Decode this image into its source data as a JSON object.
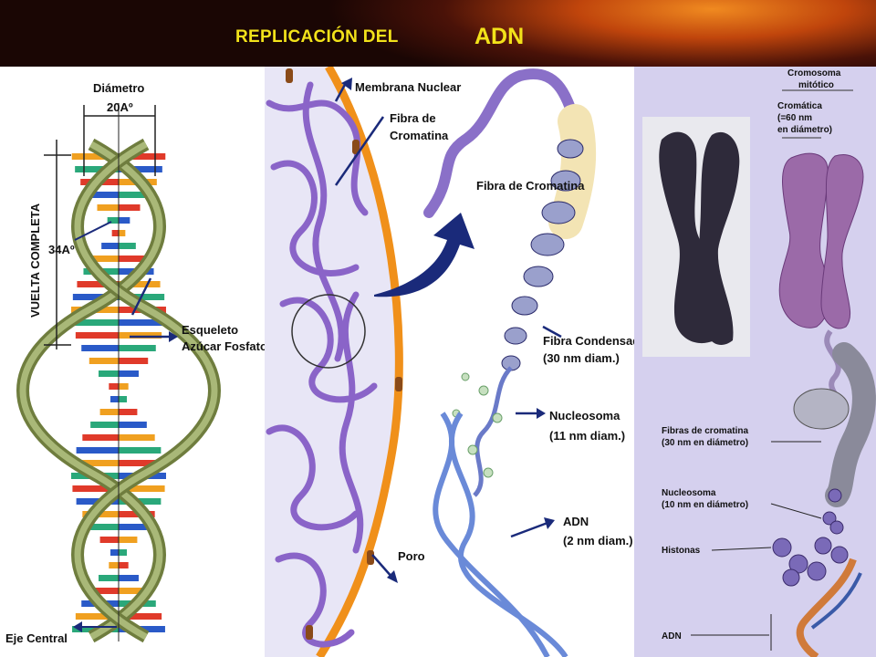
{
  "header": {
    "title_part1": "REPLICACIÓN DEL",
    "title_part2": "ADN"
  },
  "helix_panel": {
    "diameter_label": "Diámetro",
    "diameter_value": "20Aº",
    "turn_label": "VUELTA COMPLETA",
    "turn_value": "34Aº",
    "backbone_label_line1": "Esqueleto",
    "backbone_label_line2": "Azúcar Fosfato",
    "axis_label": "Eje Central"
  },
  "nucleus_panel": {
    "membrane_label": "Membrana Nuclear",
    "chromatin_fiber_line1": "Fibra de",
    "chromatin_fiber_line2": "Cromatina",
    "pore_label": "Poro",
    "fiber_label": "Fibra de Cromatina",
    "condensed_line1": "Fibra Condensada",
    "condensed_line2": "(30 nm diam.)",
    "nucleosome_line1": "Nucleosoma",
    "nucleosome_line2": "(11 nm diam.)",
    "dna_line1": "ADN",
    "dna_line2": "(2 nm diam.)"
  },
  "chromosome_panel": {
    "mitotic_line1": "Cromosoma",
    "mitotic_line2": "mitótico",
    "chromatid_line1": "Cromática",
    "chromatid_line2": "(=60 nm",
    "chromatid_line3": "en diámetro)",
    "fibers_line1": "Fibras de cromatina",
    "fibers_line2": "(30 nm en diámetro)",
    "nucleosome_line1": "Nucleosoma",
    "nucleosome_line2": "(10 nm en diámetro)",
    "histones_label": "Histonas",
    "dna_label": "ADN"
  },
  "colors": {
    "title_yellow": "#f2e21a",
    "chromatin_purple": "#7a5cc0",
    "membrane_orange": "#f0901a",
    "arrow_navy": "#1a2a7a",
    "backbone_green": "#8a9a5a"
  }
}
